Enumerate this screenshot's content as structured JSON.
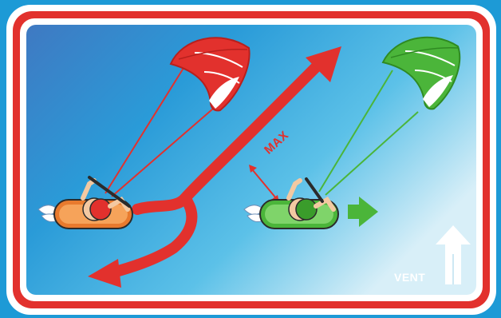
{
  "labels": {
    "max": "MAX",
    "wind": "VENT"
  },
  "icons": {
    "red_kite": "red-kite-icon",
    "green_kite": "green-kite-icon",
    "red_rider": "red-kiteboarder-icon",
    "green_rider": "green-kiteboarder-icon",
    "trajectory": "red-trajectory-arrow",
    "direction": "green-direction-arrow",
    "wind_arrow": "wind-arrow-icon"
  },
  "colors": {
    "frame_red": "#e2312d",
    "frame_white": "#ffffff",
    "outer_blue": "#1d9ad6",
    "water_dark": "#3f7fc4",
    "water_light": "#d6eef7",
    "kite_red": "#e2312d",
    "kite_green": "#4bb53a",
    "rider_orange": "#e87a2e"
  }
}
